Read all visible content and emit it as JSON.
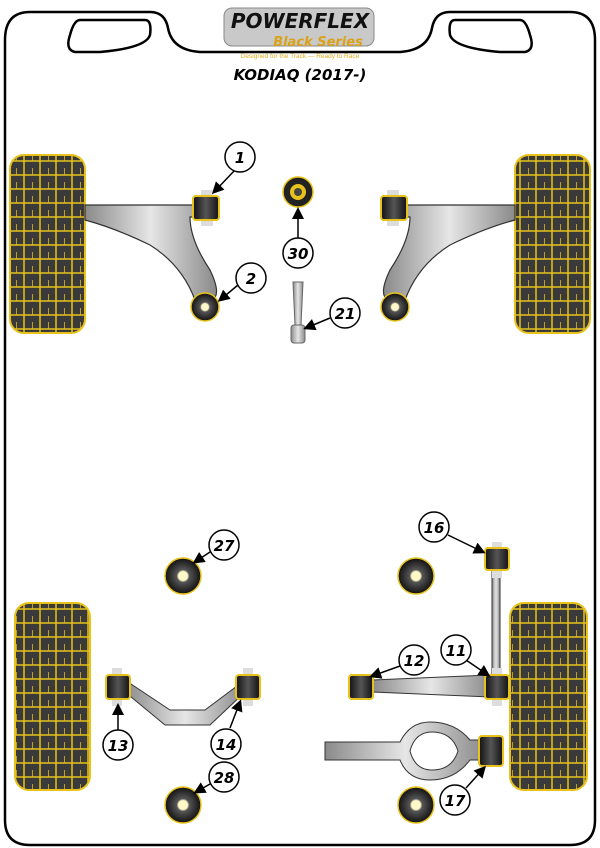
{
  "logo": {
    "brand": "POWERFLEX",
    "series": "Black Series",
    "tagline": "Designed for the Track — Ready to Race"
  },
  "model_title": "KODIAQ (2017-)",
  "colors": {
    "tyre": "#3a3a3a",
    "tyre_tread": "#e8c21a",
    "bush": "#e8c21a",
    "arm": "#bdbdbd"
  },
  "parts": [
    {
      "id": "1",
      "label": "1"
    },
    {
      "id": "2",
      "label": "2"
    },
    {
      "id": "30",
      "label": "30"
    },
    {
      "id": "21",
      "label": "21"
    },
    {
      "id": "27",
      "label": "27"
    },
    {
      "id": "16",
      "label": "16"
    },
    {
      "id": "12",
      "label": "12"
    },
    {
      "id": "11",
      "label": "11"
    },
    {
      "id": "13",
      "label": "13"
    },
    {
      "id": "14",
      "label": "14"
    },
    {
      "id": "28",
      "label": "28"
    },
    {
      "id": "17",
      "label": "17"
    }
  ]
}
